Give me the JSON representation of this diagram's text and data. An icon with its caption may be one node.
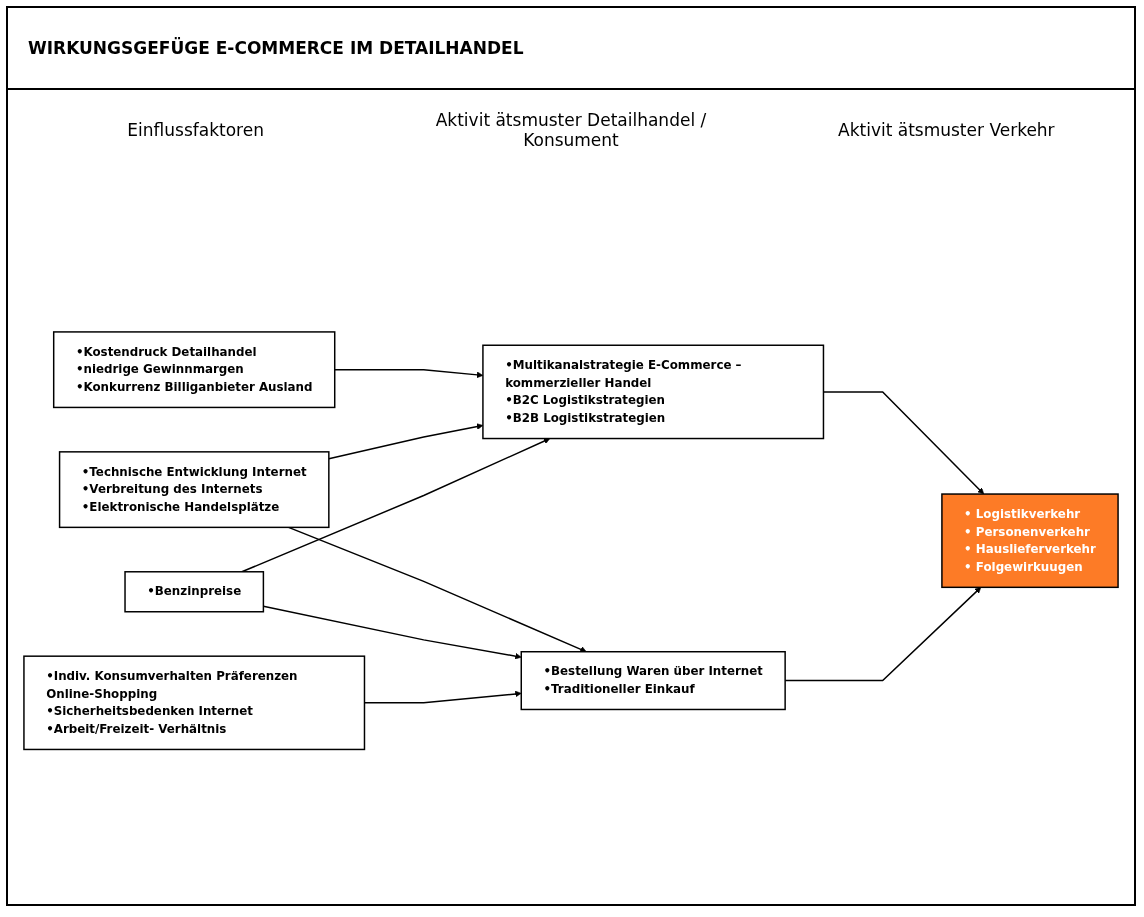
{
  "diagram": {
    "title": "WIRKUNGSGEFÜGE E-COMMERCE IM DETAILHANDEL",
    "nodes": [
      {
        "text": [
          "•Kostendruck Detailhandel",
          "•niedrige Gewinnmargen",
          "•Konkurrenz Billiganbieter Ausland"
        ]
      },
      {
        "text": [
          "•Technische Entwicklung Internet",
          "•Verbreitung des Internets",
          "•Elektronische Handelsplätze"
        ]
      },
      {
        "text": [
          "•Benzinpreise"
        ]
      },
      {
        "text": [
          "•Indiv. Konsumverhalten Präferenzen Online-Shopping",
          "•Sicherheitsbedenken Internet",
          "•Arbeit/Freizeit- Verhältnis"
        ]
      },
      {
        "text": [
          "•Multikanalstrategie E-Commerce – kommerzieller Handel",
          "•B2C Logistikstrategien",
          "•B2B Logistikstrategien"
        ]
      },
      {
        "text": [
          "•Bestellung Waren über Internet",
          "•Traditioneller Einkauf"
        ]
      },
      {
        "text": [
          "• Logistikverkehr",
          "• Personenverkehr",
          "• Hauslieferverkehr",
          "• Folgewirkuugen"
        ]
      }
    ],
    "edges": [
      {
        "from": 0,
        "to": 4,
        "arrow": "to"
      },
      {
        "from": 1,
        "to": 4,
        "arrow": "to"
      },
      {
        "from": 1,
        "to": 5,
        "arrow": "to"
      },
      {
        "from": 2,
        "to": 4,
        "arrow": "to"
      },
      {
        "from": 2,
        "to": 5,
        "arrow": "to"
      },
      {
        "from": 3,
        "to": 5,
        "arrow": "to"
      },
      {
        "from": 4,
        "to": 6,
        "arrow": "to"
      },
      {
        "from": 5,
        "to": 6,
        "arrow": "to"
      }
    ],
    "labels": [
      "Einflussfaktoren",
      "Aktivit ätsmuster Detailhandel / Konsument",
      "Aktivit ätsmuster Verkehr"
    ]
  }
}
